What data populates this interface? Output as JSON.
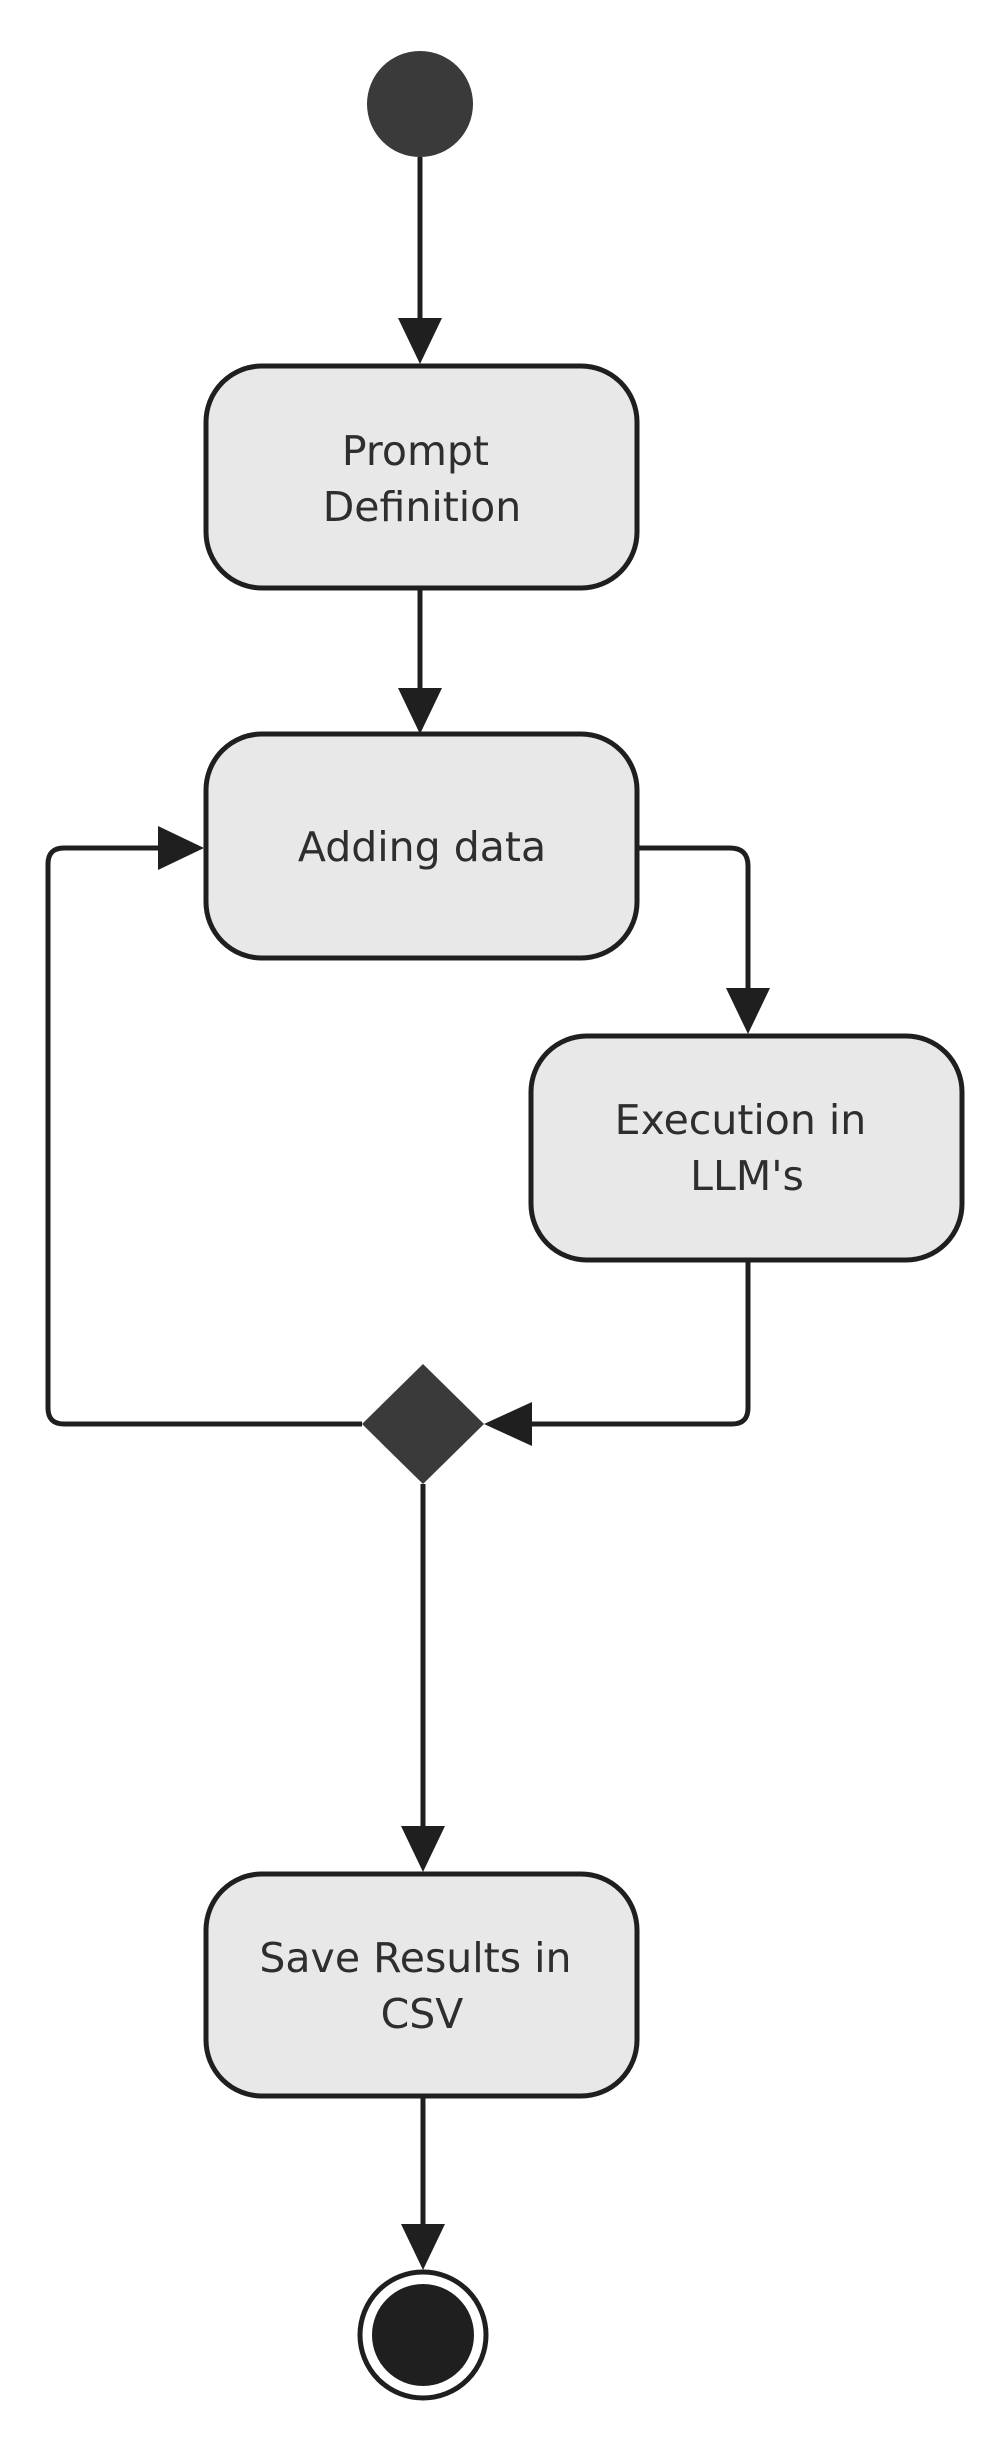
{
  "diagram": {
    "nodes": {
      "prompt_definition": {
        "line1": "Prompt",
        "line2": "Definition"
      },
      "adding_data": {
        "line1": "Adding data"
      },
      "execution": {
        "line1": "Execution in",
        "line2": "LLM's"
      },
      "save_results": {
        "line1": "Save Results in",
        "line2": "CSV"
      }
    },
    "colors": {
      "node_fill": "#e8e8e8",
      "stroke": "#1f1f1f",
      "start_node": "#3a3a3a",
      "decision": "#3a3a3a",
      "end_node": "#1f1f1f",
      "text": "#2e2e2e"
    }
  }
}
